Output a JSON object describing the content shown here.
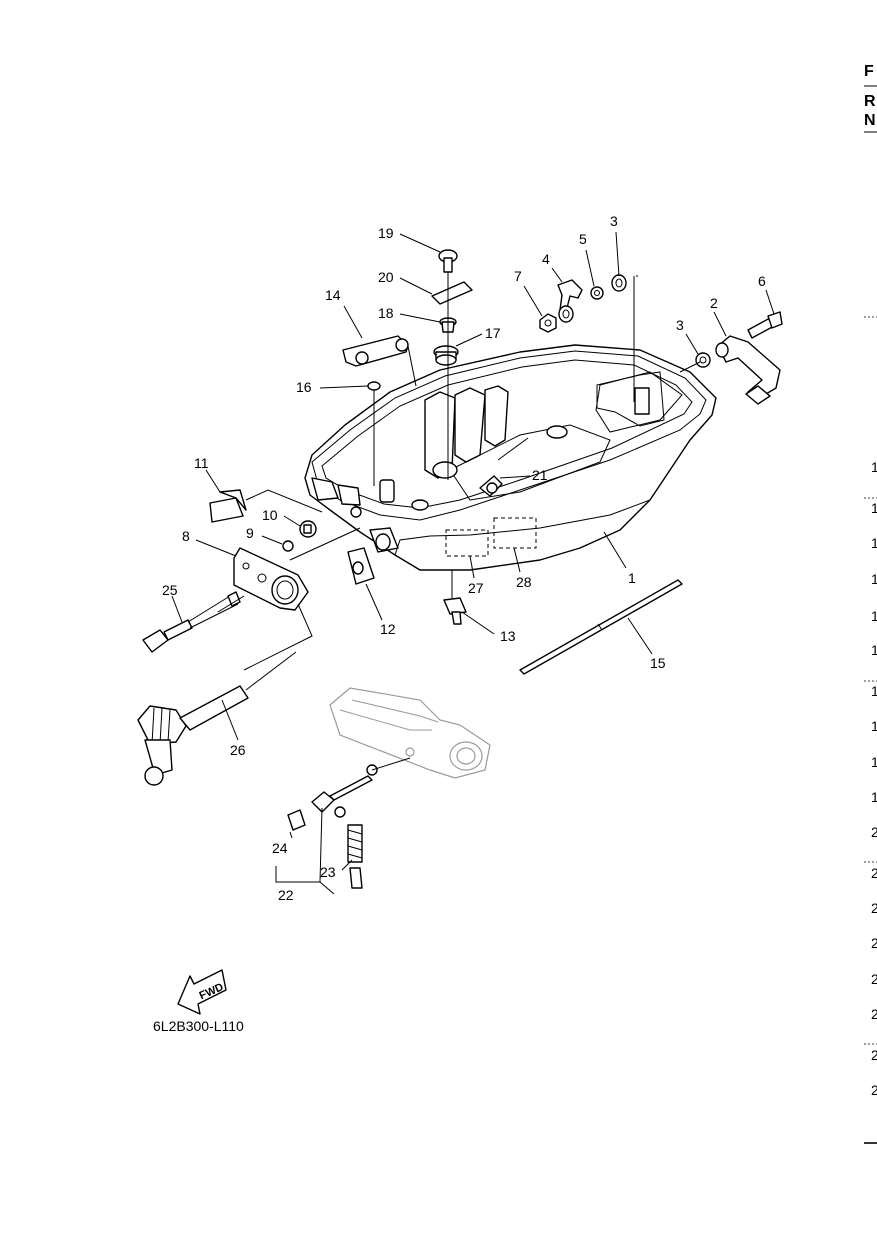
{
  "diagram_code": "6L2B300-L110",
  "fwd_label": "FWD",
  "callouts": [
    "1",
    "2",
    "3",
    "3",
    "4",
    "5",
    "6",
    "7",
    "8",
    "9",
    "10",
    "11",
    "12",
    "13",
    "14",
    "15",
    "16",
    "17",
    "18",
    "19",
    "20",
    "21",
    "22",
    "23",
    "24",
    "25",
    "26",
    "27",
    "28"
  ],
  "edge_letters": [
    "F",
    "R",
    "N"
  ],
  "edge_numbers": [
    "1",
    "1",
    "1",
    "1",
    "1",
    "1",
    "1",
    "1",
    "1",
    "1",
    "2",
    "2",
    "2",
    "2",
    "2",
    "2",
    "2",
    "2"
  ]
}
